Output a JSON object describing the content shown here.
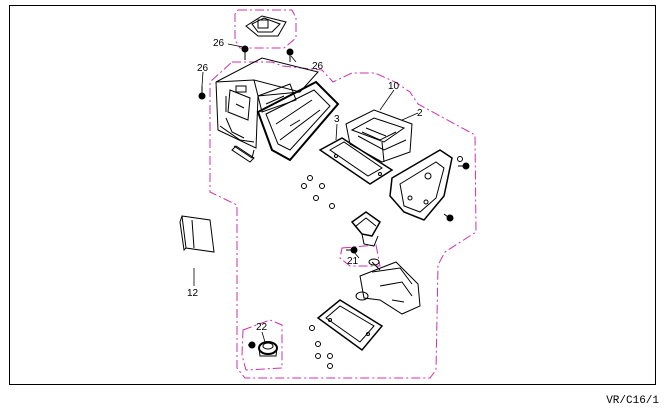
{
  "diagram": {
    "callouts": [
      "26",
      "26",
      "26",
      "10",
      "2",
      "3",
      "12",
      "21",
      "22"
    ],
    "page_ref": "VR/C16/1",
    "colors": {
      "line": "#000000",
      "group_outline": "#cc33aa"
    }
  }
}
